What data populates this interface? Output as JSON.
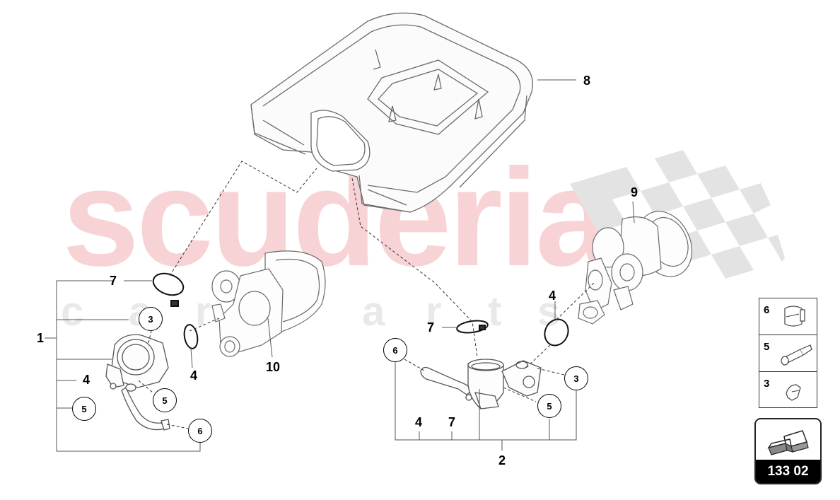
{
  "watermark": {
    "main_text": "scuderia",
    "sub_letters": [
      "c",
      "a",
      "r",
      "p",
      "a",
      "r",
      "t",
      "s"
    ],
    "main_color": "#f8d3d6",
    "sub_color": "#e9e9e9"
  },
  "callouts": {
    "c1": "1",
    "c2": "2",
    "c8": "8",
    "c9": "9",
    "c10": "10",
    "c7_left": "7",
    "c4_left_ring": "4",
    "c4_left_bracket": "4",
    "c7_mid": "7",
    "c4_right_ring": "4",
    "c4_bottom": "4",
    "c7_bottom": "7"
  },
  "bubbles": {
    "b3_left": "3",
    "b5_left_inner": "5",
    "b5_left_outer": "5",
    "b6_left": "6",
    "b6_right": "6",
    "b3_right": "3",
    "b5_right": "5"
  },
  "legend": {
    "items": [
      {
        "number": "6",
        "icon": "hose-clamp-icon"
      },
      {
        "number": "5",
        "icon": "hose-connector-icon"
      },
      {
        "number": "3",
        "icon": "clip-icon"
      }
    ]
  },
  "navigation": {
    "page_code": "133 02",
    "icon": "arrow-next-icon"
  },
  "colors": {
    "line": "#000000",
    "part_stroke": "#6a6a6a",
    "checker": "#dedede",
    "nav_bg": "#000000"
  }
}
